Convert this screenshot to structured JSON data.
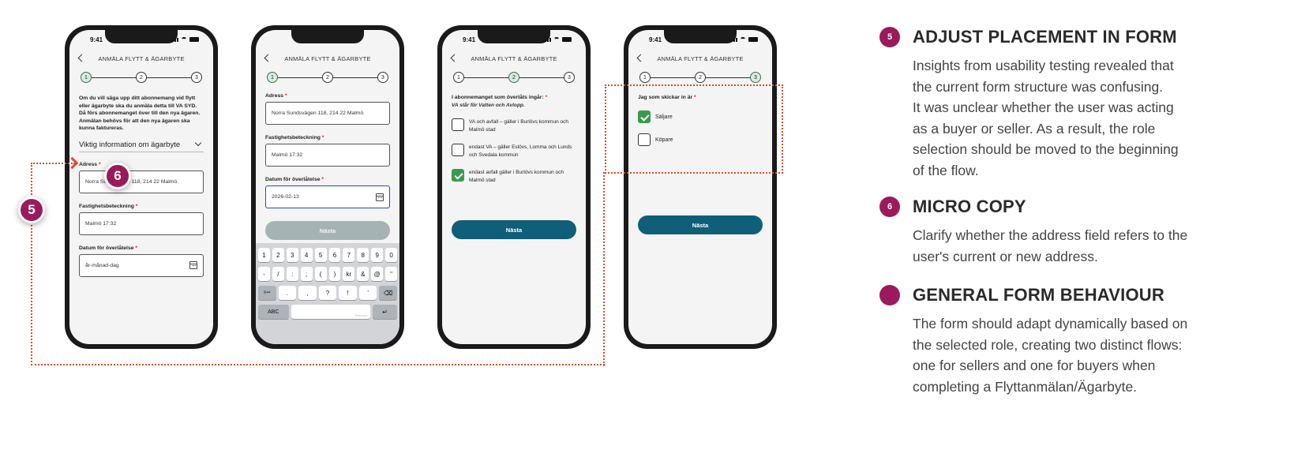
{
  "phone": {
    "status_time": "9:41",
    "nav_title": "ANMÄLA FLYTT & ÄGARBYTE",
    "steps": [
      "1",
      "2",
      "3"
    ],
    "required_mark": "*"
  },
  "screen1": {
    "intro": "Om du vill säga upp ditt abonnemang vid flytt eller ägarbyte ska du anmäla detta till VA SYD. Då förs abonnemanget över till den nya ägaren. Anmälan behövs för att den nya ägaren ska kunna faktureras.",
    "accordion": "Viktig information om ägarbyte",
    "address_label": "Adress",
    "address_value": "Norra Sundsvägen 118, 214 22 Malmö",
    "property_label": "Fastighetsbeteckning",
    "property_value": "Malmö 17:32",
    "date_label": "Datum för överlåtelse",
    "date_placeholder": "år-månad-dag"
  },
  "screen2": {
    "address_label": "Adress",
    "address_value": "Norra Sundsvägen 118, 214 22 Malmö",
    "property_label": "Fastighetsbeteckning",
    "property_value": "Malmö 17:32",
    "date_label": "Datum för överlåtelse",
    "date_value": "2026-02-13",
    "next_label": "Nästa",
    "keyboard": {
      "row1": [
        "1",
        "2",
        "3",
        "4",
        "5",
        "6",
        "7",
        "8",
        "9",
        "0"
      ],
      "row2": [
        "-",
        "/",
        ":",
        ";",
        "(",
        ")",
        "kr",
        "&",
        "@",
        "\""
      ],
      "row3_left": "#+=",
      "row3": [
        ".",
        ",",
        "?",
        "!",
        "'"
      ],
      "abc": "ABC",
      "space_hint": "Svenska"
    }
  },
  "screen3": {
    "question": "I abonnemanget som överlåts ingår:",
    "sub": "VA står för Vatten och Avlopp.",
    "options": [
      {
        "text": "VA och avfall – gäller i Burlövs kommun och Malmö stad",
        "checked": false
      },
      {
        "text": "endast VA – gäller Eslövs, Lomma och Lunds och Svedala kommun",
        "checked": false
      },
      {
        "text": "endast avfall gäller i Burlövs kommun och Malmö stad",
        "checked": true
      }
    ],
    "next_label": "Nästa"
  },
  "screen4": {
    "role_label": "Jag som skickar in är",
    "seller": "Säljare",
    "buyer": "Köpare",
    "next_label": "Nästa"
  },
  "markers": {
    "m5": "5",
    "m6": "6"
  },
  "notes": [
    {
      "num": "5",
      "title": "ADJUST PLACEMENT IN FORM",
      "body": "Insights from usability testing revealed that\nthe current form structure was confusing.\nIt was unclear whether the user was acting\nas a buyer or seller. As a result, the role\nselection should be moved to the beginning\nof the flow."
    },
    {
      "num": "6",
      "title": "MICRO COPY",
      "body": "Clarify whether the address field refers to the\nuser's current or new address."
    },
    {
      "num": "",
      "title": "GENERAL FORM BEHAVIOUR",
      "body": "The form should adapt dynamically based on\nthe selected role, creating two distinct flows:\none for sellers and one for buyers when\ncompleting a Flyttanmälan/Ägarbyte."
    }
  ],
  "colors": {
    "accent": "#9b1a5c",
    "primary_button": "#0f5f78",
    "annotation": "#e04a2a",
    "check": "#3a9a4a"
  }
}
